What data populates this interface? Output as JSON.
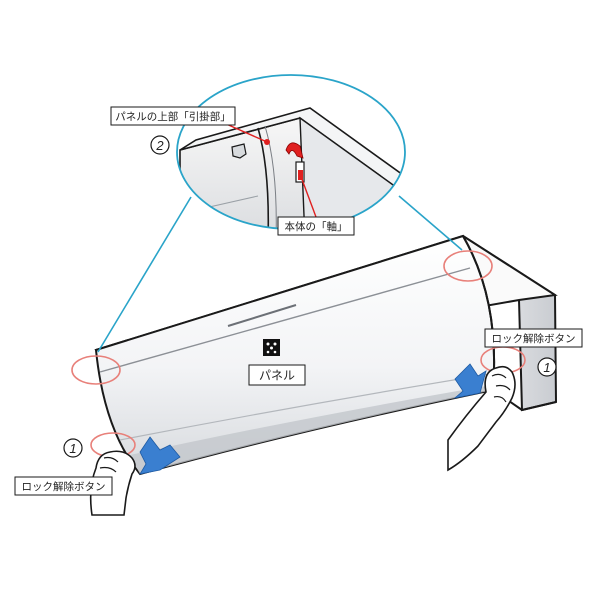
{
  "labels": {
    "hook_part": "パネルの上部「引掛部」",
    "axis": "本体の「軸」",
    "panel": "パネル",
    "lock_release_right": "ロック解除ボタン",
    "lock_release_left": "ロック解除ボタン"
  },
  "step_numbers": {
    "step2": "2",
    "step1_right": "1",
    "step1_left": "1"
  },
  "colors": {
    "callout_circle": "#e8807a",
    "zoom_outline": "#2aa4c9",
    "arrow_blue": "#3a7fd0",
    "hook_red": "#e02020",
    "outline": "#1a1a1a"
  },
  "icons": {
    "logo": "brand-logo-icon"
  }
}
